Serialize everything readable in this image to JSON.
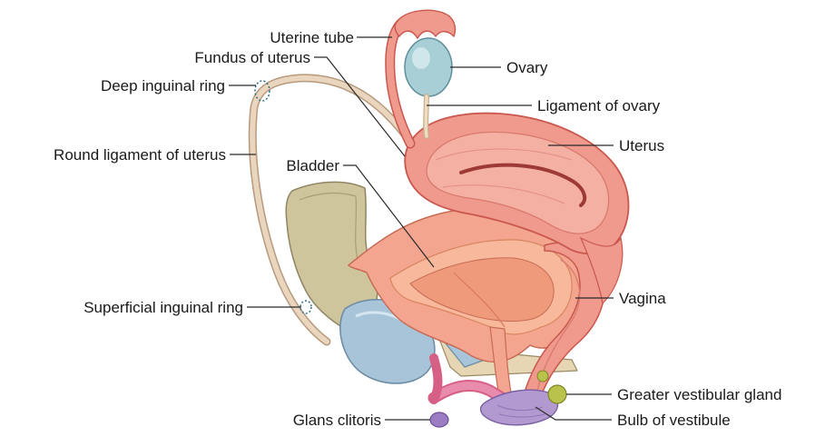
{
  "labels": {
    "uterine_tube": "Uterine tube",
    "fundus_of_uterus": "Fundus of uterus",
    "ovary": "Ovary",
    "deep_inguinal_ring": "Deep inguinal ring",
    "ligament_of_ovary": "Ligament of ovary",
    "round_ligament_of_uterus": "Round ligament of uterus",
    "uterus": "Uterus",
    "bladder": "Bladder",
    "superficial_inguinal_ring": "Superficial inguinal ring",
    "vagina": "Vagina",
    "greater_vestibular_gland": "Greater vestibular gland",
    "glans_clitoris": "Glans clitoris",
    "bulb_of_vestibule": "Bulb of vestibule"
  },
  "colors": {
    "uterus": "#ef9a8c",
    "uterus_dark": "#c9574e",
    "bladder": "#f3a58f",
    "ovary": "#a9cfd6",
    "bone": "#cfc59c",
    "round_ligament": "#e8d2b8",
    "clitoris": "#e5729a",
    "bulb": "#b29ad0",
    "gland": "#b9c24a",
    "cartilage": "#a8c4d8"
  }
}
